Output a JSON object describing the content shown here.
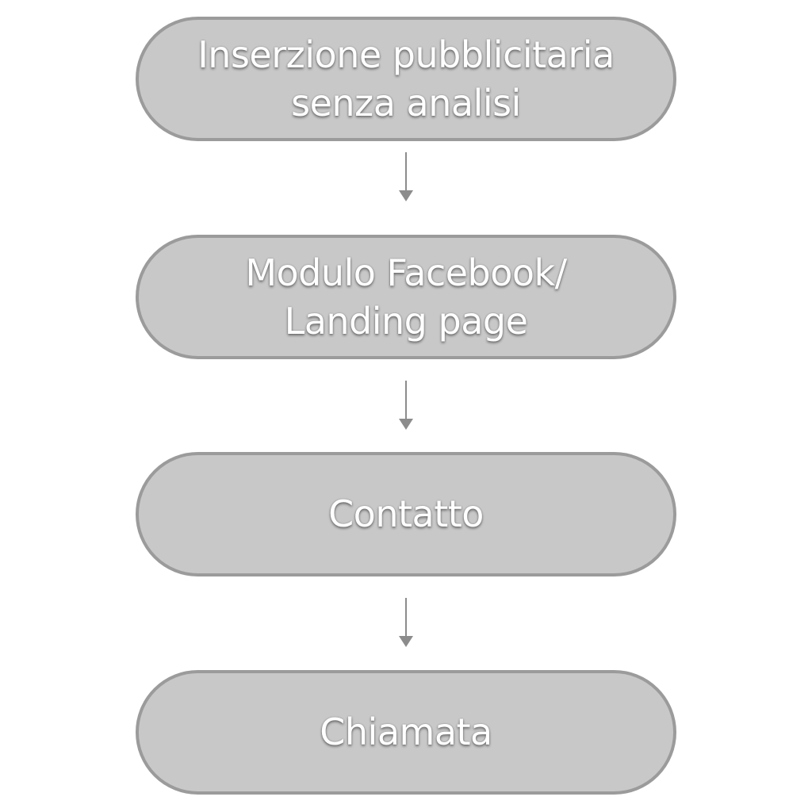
{
  "diagram": {
    "nodes": [
      {
        "label": "Inserzione pubblicitaria\nsenza analisi"
      },
      {
        "label": "Modulo Facebook/\nLanding page"
      },
      {
        "label": "Contatto"
      },
      {
        "label": "Chiamata"
      }
    ],
    "edges": [
      {
        "from": 0,
        "to": 1
      },
      {
        "from": 1,
        "to": 2
      },
      {
        "from": 2,
        "to": 3
      }
    ]
  },
  "colors": {
    "node_fill": "#c8c8c8",
    "node_border": "#9b9b9b",
    "node_text": "#ffffff",
    "arrow": "#8c8c8c",
    "background": "#ffffff"
  }
}
